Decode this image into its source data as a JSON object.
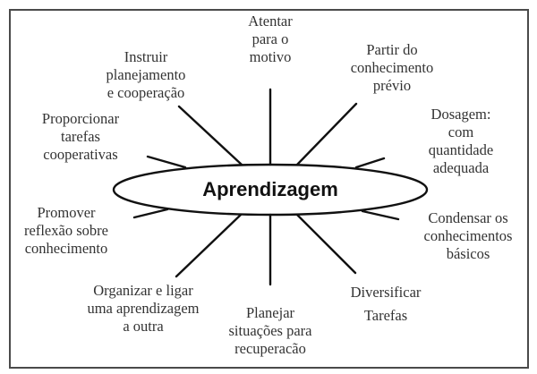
{
  "diagram": {
    "type": "mind-map",
    "center": {
      "label": "Aprendizagem"
    },
    "colors": {
      "line": "#111111",
      "frame": "#4a4a4a",
      "text": "#333333",
      "background": "#ffffff"
    },
    "nodes": [
      {
        "id": "top",
        "lines": [
          "Atentar",
          "para o",
          "motivo"
        ]
      },
      {
        "id": "top-right",
        "lines": [
          "Partir do",
          "conhecimento",
          "prévio"
        ]
      },
      {
        "id": "right-upper",
        "lines": [
          "Dosagem:",
          "com",
          "quantidade",
          "adequada"
        ]
      },
      {
        "id": "right-lower",
        "lines": [
          "Condensar os",
          "conhecimentos",
          "básicos"
        ]
      },
      {
        "id": "bottom-right",
        "lines": [
          "Diversificar",
          "Tarefas"
        ]
      },
      {
        "id": "bottom",
        "lines": [
          "Planejar",
          "situações para",
          "recuperacão"
        ]
      },
      {
        "id": "bottom-left",
        "lines": [
          "Organizar e ligar",
          "uma aprendizagem",
          "a outra"
        ]
      },
      {
        "id": "left-lower",
        "lines": [
          "Promover",
          "reflexão sobre",
          "conhecimento"
        ]
      },
      {
        "id": "left-upper",
        "lines": [
          "Proporcionar",
          "tarefas",
          "cooperativas"
        ]
      },
      {
        "id": "top-left",
        "lines": [
          "Instruir",
          "planejamento",
          "e cooperação"
        ]
      }
    ]
  }
}
